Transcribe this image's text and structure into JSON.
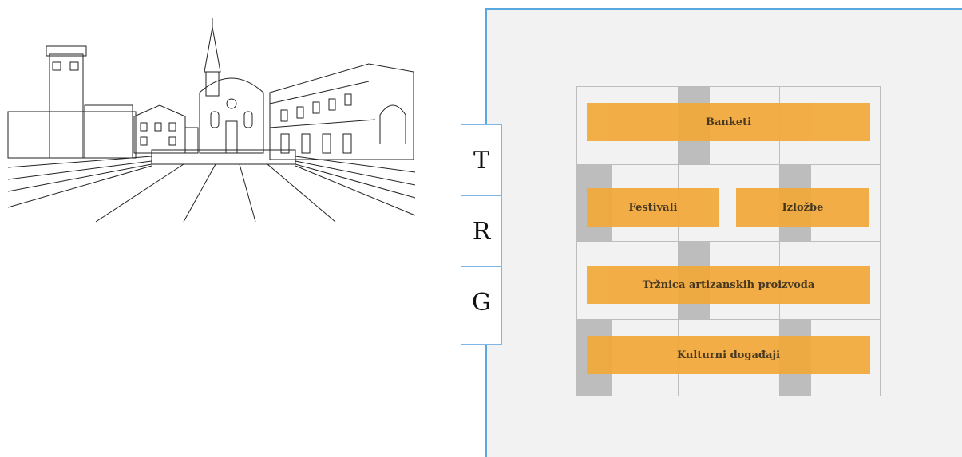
{
  "trg": {
    "letters": [
      "T",
      "R",
      "G"
    ]
  },
  "bars": {
    "banketi": "Banketi",
    "festivali": "Festivali",
    "izlozbe": "Izložbe",
    "trznica": "Tržnica artizanskih proizvoda",
    "kulturni": "Kulturni događaji"
  },
  "colors": {
    "accent": "#f2a838",
    "panel_border": "#5aa8e0",
    "gray_block": "#b9b9b9"
  }
}
